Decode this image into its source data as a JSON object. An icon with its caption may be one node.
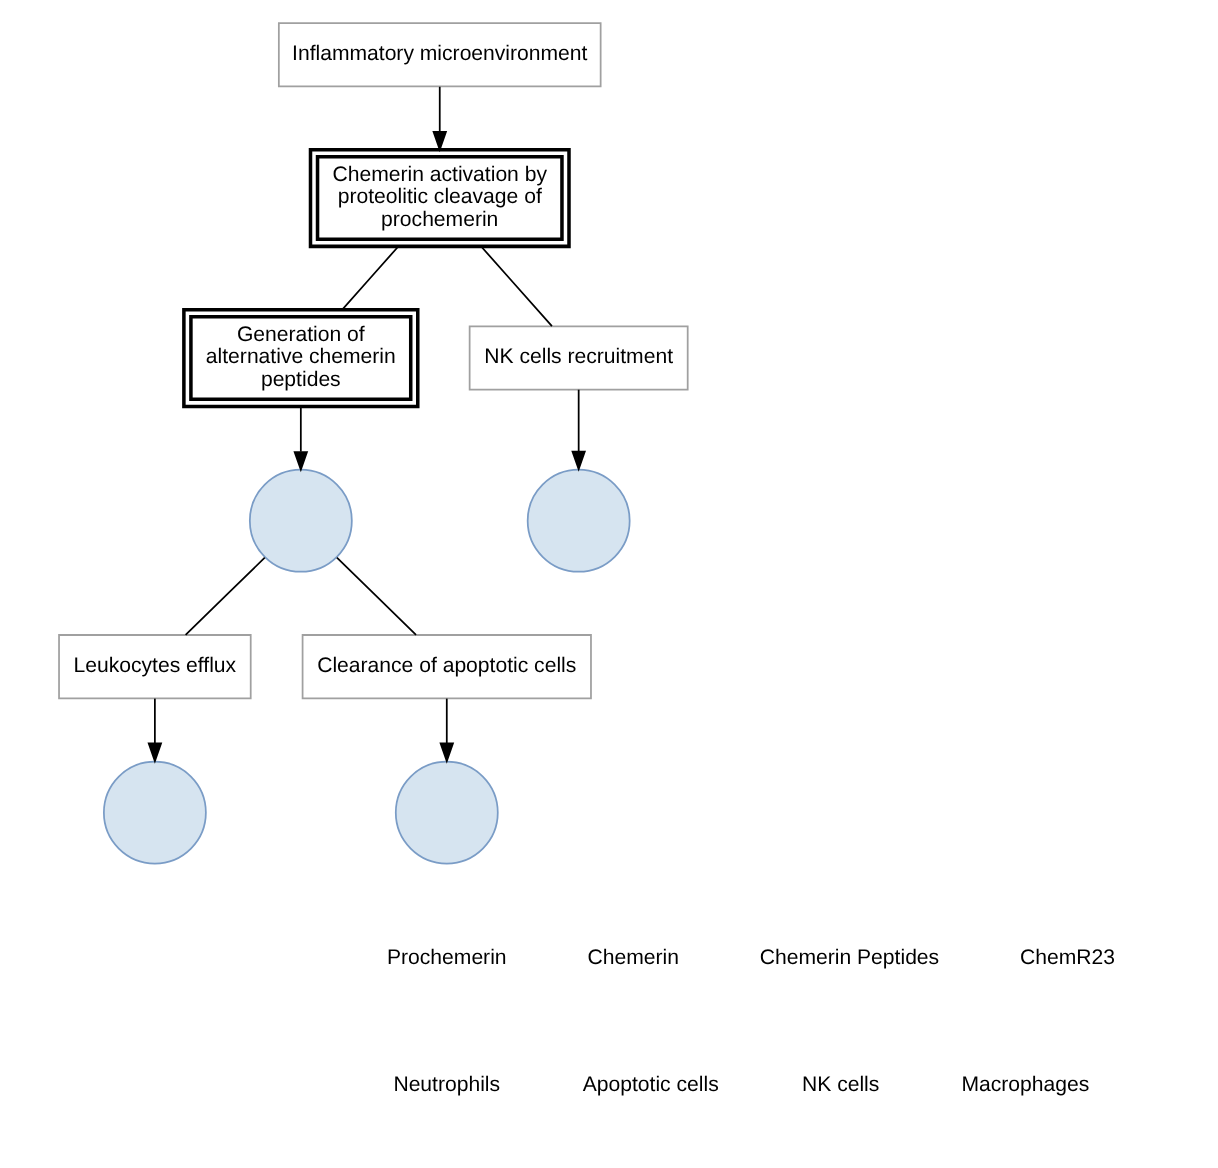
{
  "diagram": {
    "nodes": [
      {
        "text": [
          "Inflammatory microenvironment"
        ]
      },
      {
        "text": [
          "Chemerin activation by proteolitic cleavage of prochemerin"
        ]
      },
      {
        "text": [
          "Generation of alternative chemerin peptides"
        ]
      },
      {
        "text": [
          "NK cells recruitment"
        ]
      },
      {
        "text": [
          "Leukocytes efflux"
        ]
      },
      {
        "text": [
          "Clearance of apoptotic cells"
        ]
      },
      {
        "text": [],
        "shape": "circle"
      },
      {
        "text": [],
        "shape": "circle"
      },
      {
        "text": [],
        "shape": "circle"
      },
      {
        "text": [],
        "shape": "circle"
      }
    ],
    "edges": [
      {
        "from": 0,
        "to": 1,
        "arrow": "to"
      },
      {
        "from": 1,
        "to": 2,
        "arrow": "none"
      },
      {
        "from": 2,
        "to": 7,
        "arrow": "to"
      },
      {
        "from": 1,
        "to": 3,
        "arrow": "none"
      },
      {
        "from": 3,
        "to": 8,
        "arrow": "to"
      },
      {
        "from": 7,
        "to": 4,
        "arrow": "none"
      },
      {
        "from": 4,
        "to": 6,
        "arrow": "to"
      },
      {
        "from": 7,
        "to": 5,
        "arrow": "none"
      },
      {
        "from": 5,
        "to": 9,
        "arrow": "to"
      }
    ],
    "legend": [
      {
        "text": "Prochemerin"
      },
      {
        "text": "Chemerin"
      },
      {
        "text": "Chemerin Peptides"
      },
      {
        "text": "ChemR23"
      },
      {
        "text": "Neutrophils"
      },
      {
        "text": "Apoptotic cells"
      },
      {
        "text": "NK cells"
      },
      {
        "text": "Macrophages"
      }
    ]
  }
}
